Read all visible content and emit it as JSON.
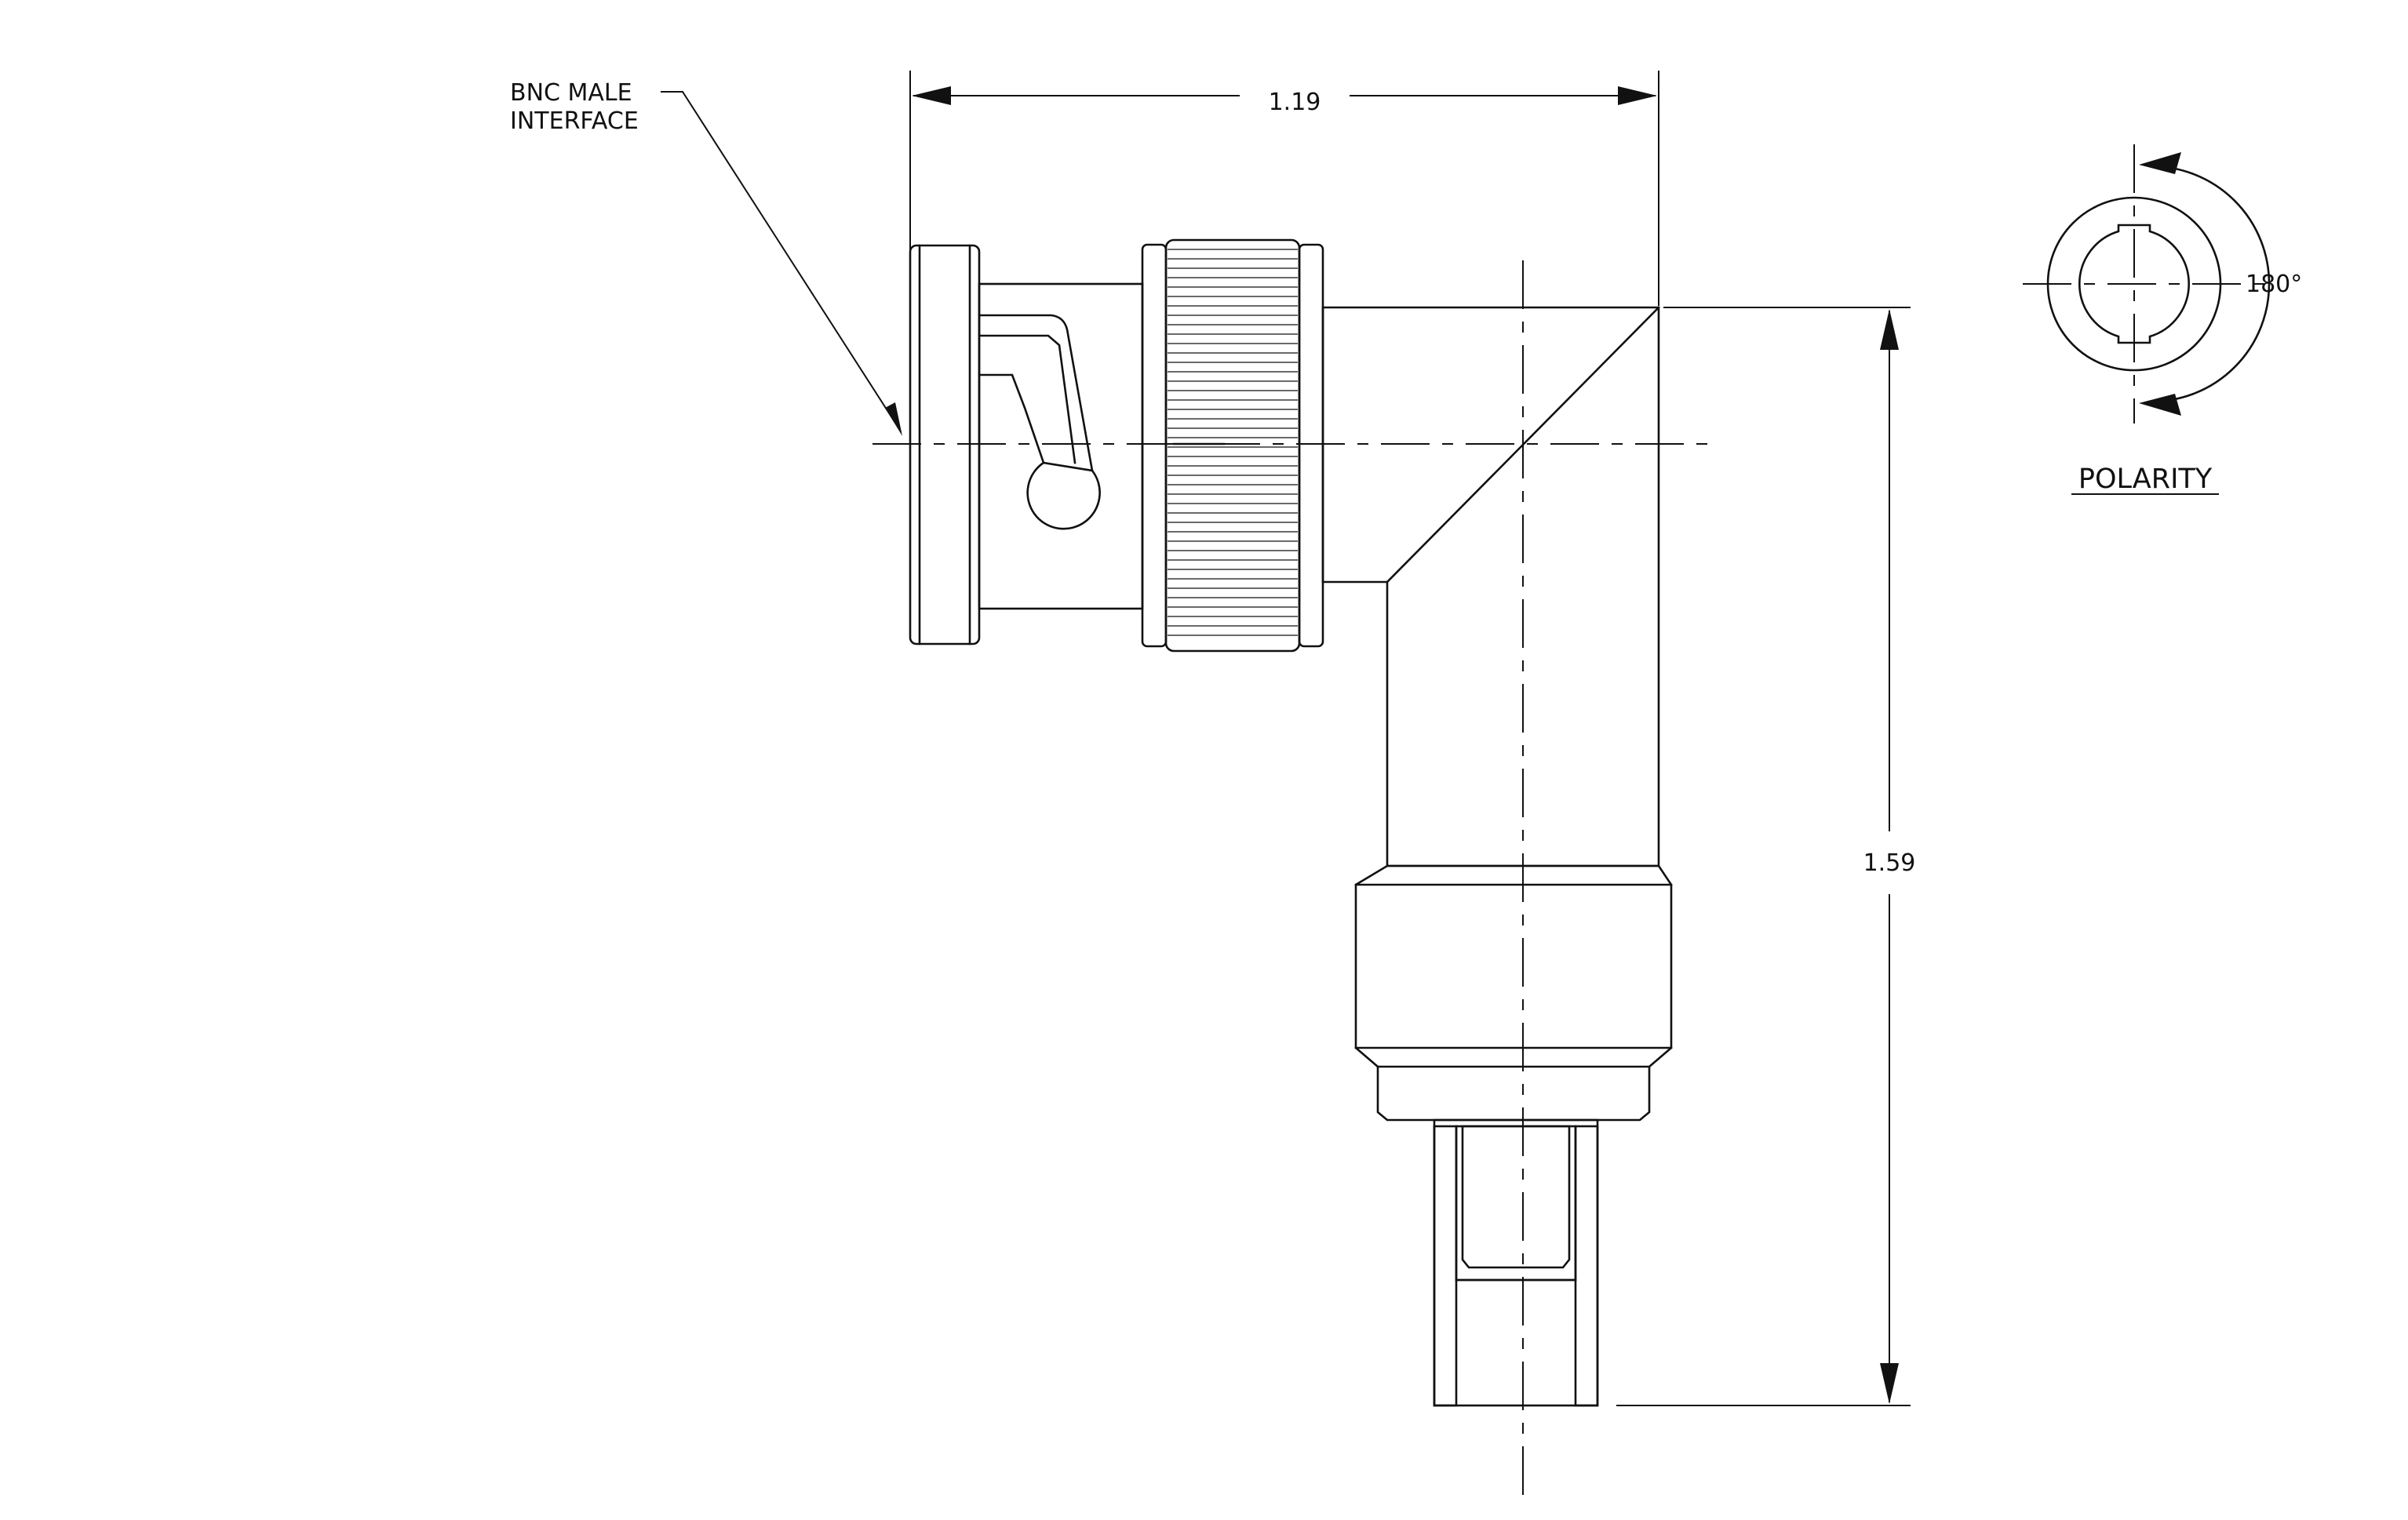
{
  "callout": {
    "line1": "BNC MALE",
    "line2": "INTERFACE"
  },
  "dimensions": {
    "width": "1.19",
    "height": "1.59"
  },
  "polarity": {
    "angle": "180°",
    "title": "POLARITY"
  },
  "colors": {
    "line": "#111111",
    "background": "#ffffff"
  }
}
